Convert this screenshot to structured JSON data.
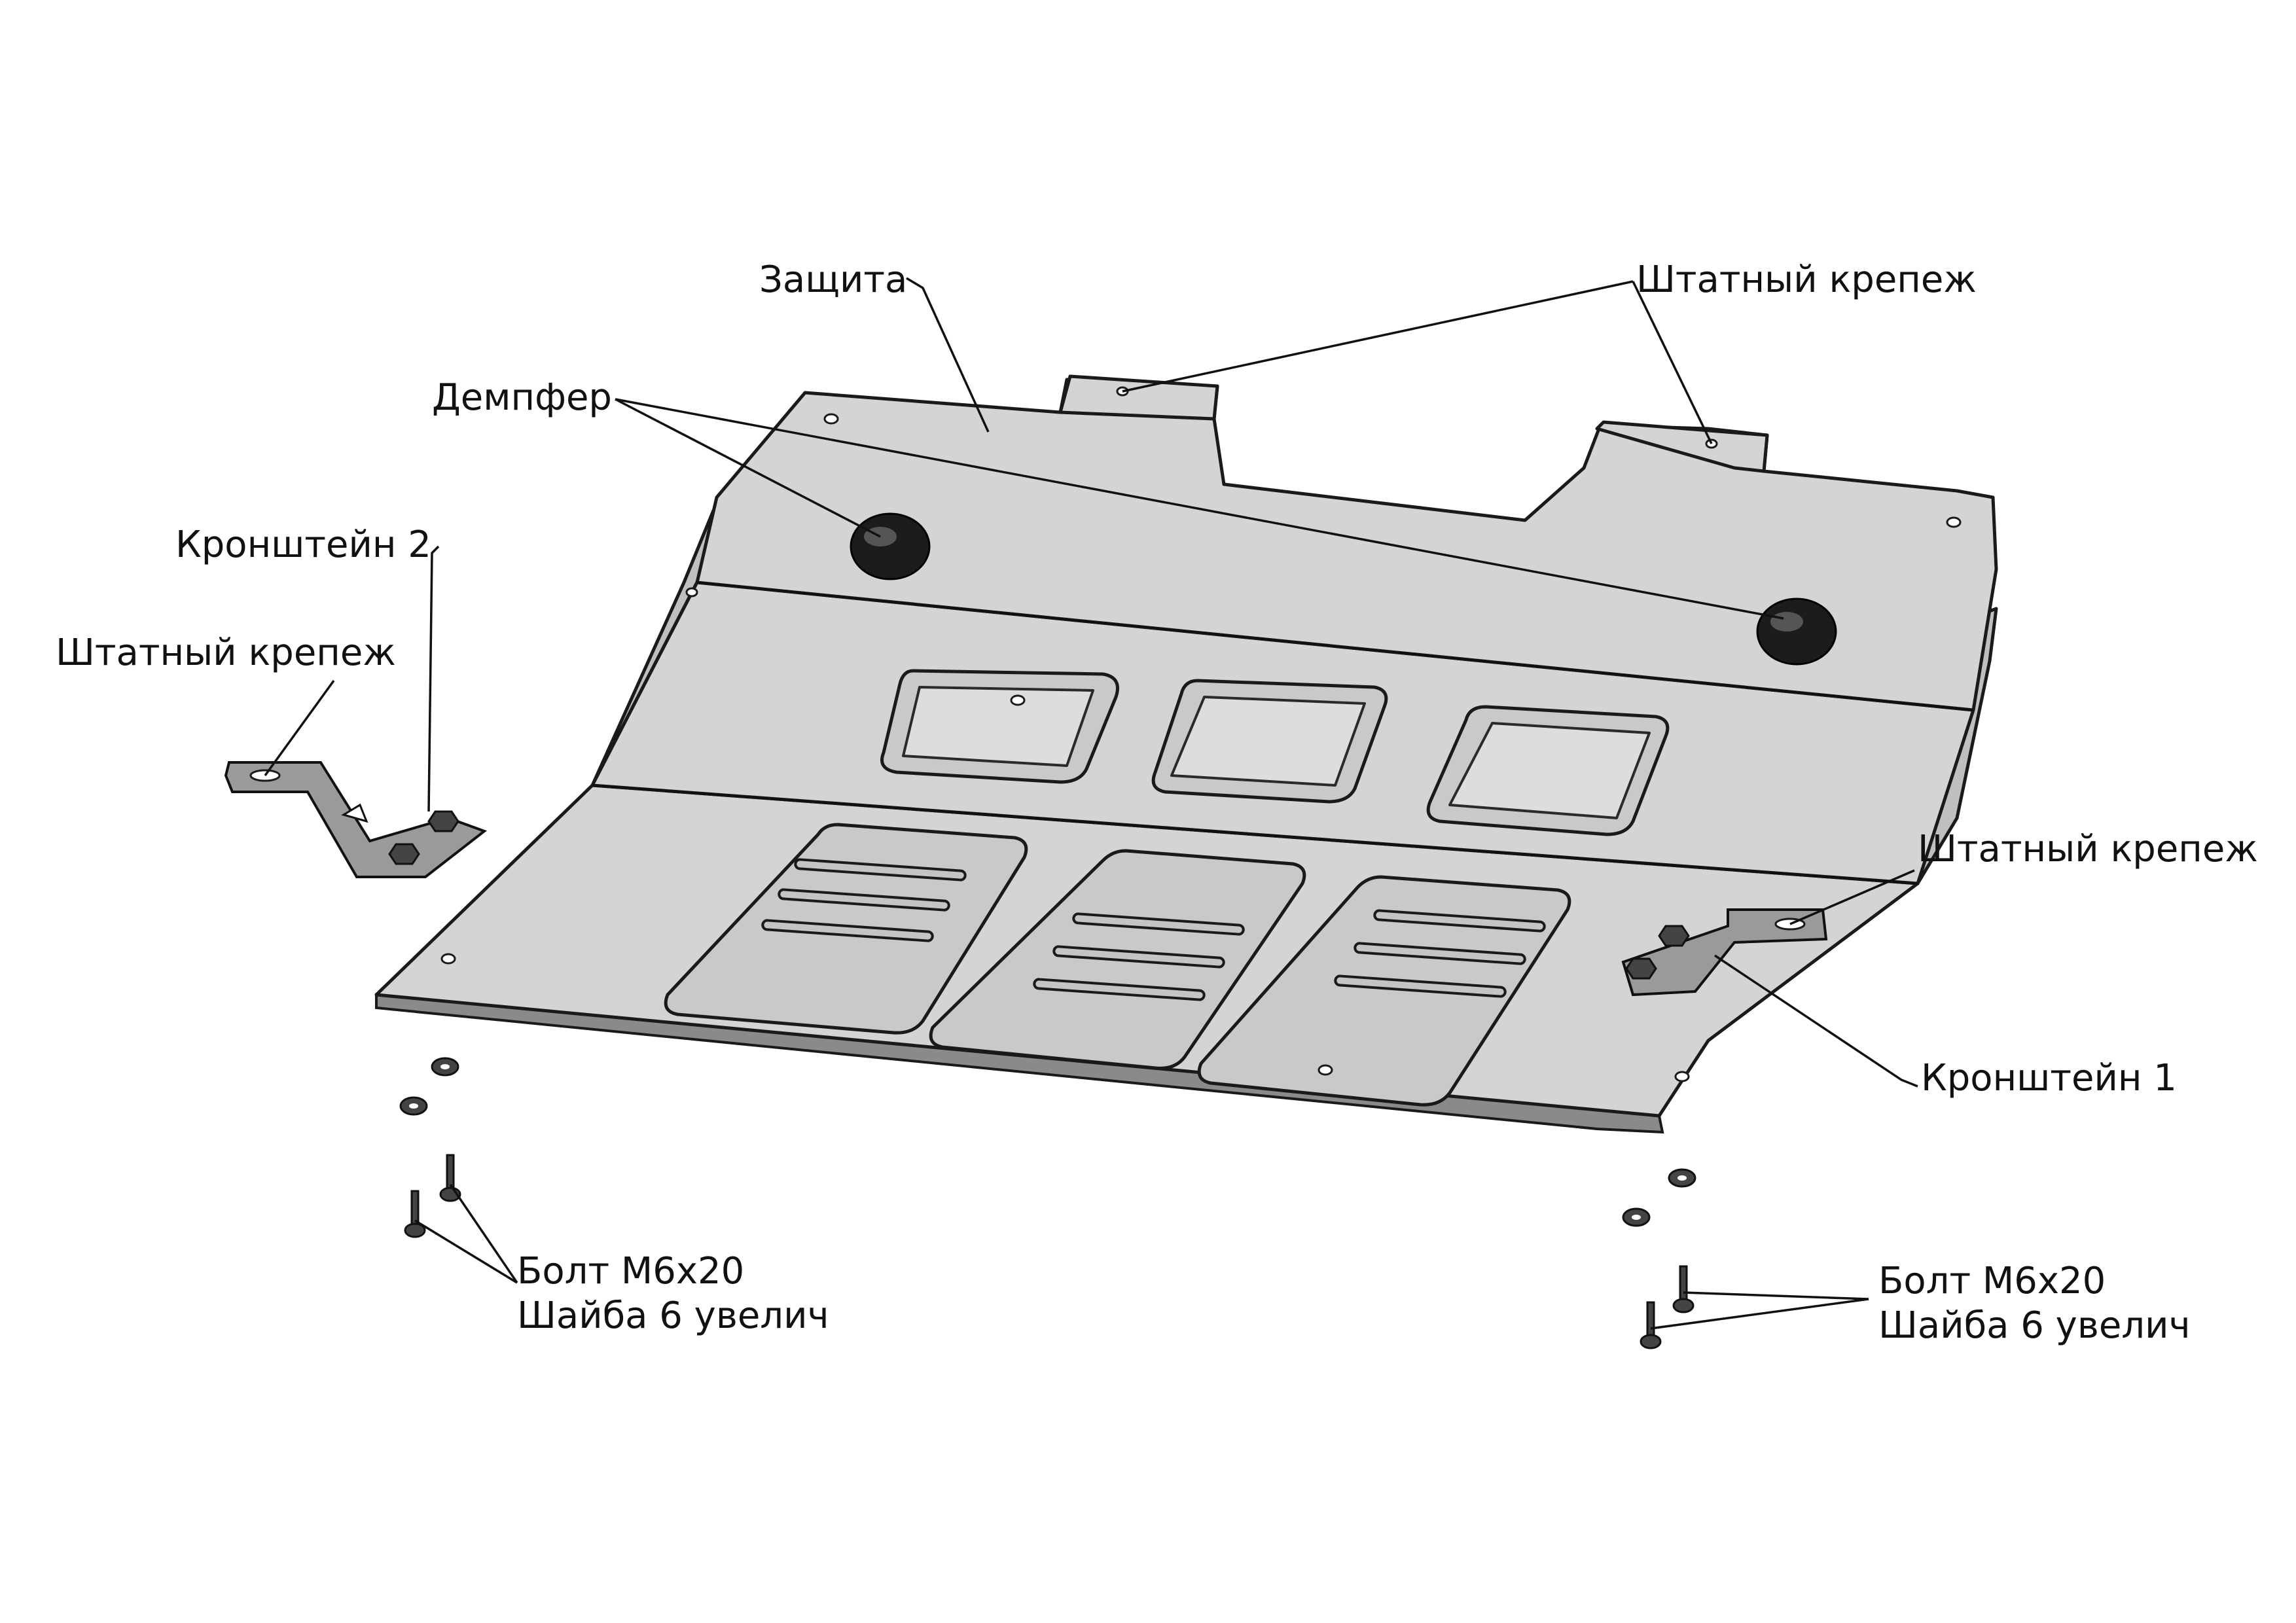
{
  "labels": {
    "guard": "Защита",
    "damper": "Демпфер",
    "std_fastener_top": "Штатный крепеж",
    "bracket2": "Кронштейн 2",
    "std_fastener_left": "Штатный крепеж",
    "std_fastener_right": "Штатный крепеж",
    "bracket1": "Кронштейн 1",
    "bolt_left": "Болт М6х20",
    "washer_left": "Шайба 6 увелич",
    "bolt_right": "Болт М6х20",
    "washer_right": "Шайба 6 увелич"
  }
}
